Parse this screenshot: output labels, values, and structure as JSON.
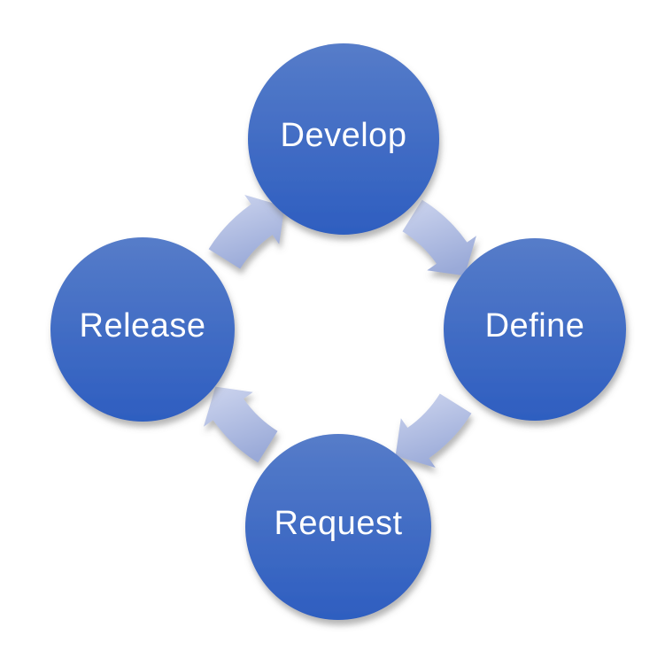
{
  "diagram": {
    "kind": "cycle",
    "direction": "clockwise",
    "steps": [
      {
        "label": "Develop",
        "position": "top"
      },
      {
        "label": "Define",
        "position": "right"
      },
      {
        "label": "Request",
        "position": "bottom"
      },
      {
        "label": "Release",
        "position": "left"
      }
    ],
    "connections": [
      {
        "from": "Develop",
        "to": "Define"
      },
      {
        "from": "Define",
        "to": "Request"
      },
      {
        "from": "Request",
        "to": "Release"
      },
      {
        "from": "Release",
        "to": "Develop"
      }
    ],
    "colors": {
      "node_gradient_top": "#567cc9",
      "node_gradient_bottom": "#2e5ec0",
      "arrow_gradient_light": "#ccd4ee",
      "arrow_gradient_dark": "#9aaad8",
      "label_text": "#ffffff",
      "background": "#ffffff",
      "shadow": "#6e6e6e"
    }
  }
}
